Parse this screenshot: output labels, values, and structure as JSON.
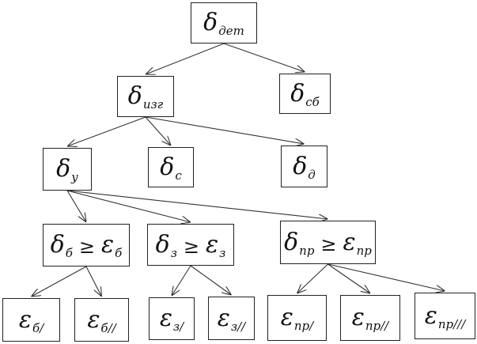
{
  "nodes": {
    "det": {
      "sym": "δ",
      "sub": "дет"
    },
    "izg": {
      "sym": "δ",
      "sub": "изг"
    },
    "sb": {
      "sym": "δ",
      "sub": "сб"
    },
    "y": {
      "sym": "δ",
      "sub": "у"
    },
    "c": {
      "sym": "δ",
      "sub": "с"
    },
    "d": {
      "sym": "δ",
      "sub": "д"
    },
    "b_ineq": {
      "left": "δ",
      "left_sub": "б",
      "op": "≥",
      "right": "ε",
      "right_sub": "б"
    },
    "z_ineq": {
      "left": "δ",
      "left_sub": "з",
      "op": "≥",
      "right": "ε",
      "right_sub": "з"
    },
    "pr_ineq": {
      "left": "δ",
      "left_sub": "пр",
      "op": "≥",
      "right": "ε",
      "right_sub": "пр"
    },
    "eb1": {
      "sym": "ε",
      "sub": "б/"
    },
    "eb2": {
      "sym": "ε",
      "sub": "б//"
    },
    "ez1": {
      "sym": "ε",
      "sub": "з/"
    },
    "ez2": {
      "sym": "ε",
      "sub": "з//"
    },
    "epr1": {
      "sym": "ε",
      "sub": "пр/"
    },
    "epr2": {
      "sym": "ε",
      "sub": "пр//"
    },
    "epr3": {
      "sym": "ε",
      "sub": "пр///"
    }
  },
  "edges": [
    [
      "det",
      "izg"
    ],
    [
      "det",
      "sb"
    ],
    [
      "izg",
      "y"
    ],
    [
      "izg",
      "c"
    ],
    [
      "izg",
      "d"
    ],
    [
      "y",
      "b_ineq"
    ],
    [
      "y",
      "z_ineq"
    ],
    [
      "y",
      "pr_ineq"
    ],
    [
      "b_ineq",
      "eb1"
    ],
    [
      "b_ineq",
      "eb2"
    ],
    [
      "z_ineq",
      "ez1"
    ],
    [
      "z_ineq",
      "ez2"
    ],
    [
      "pr_ineq",
      "epr1"
    ],
    [
      "pr_ineq",
      "epr2"
    ],
    [
      "pr_ineq",
      "epr3"
    ]
  ]
}
